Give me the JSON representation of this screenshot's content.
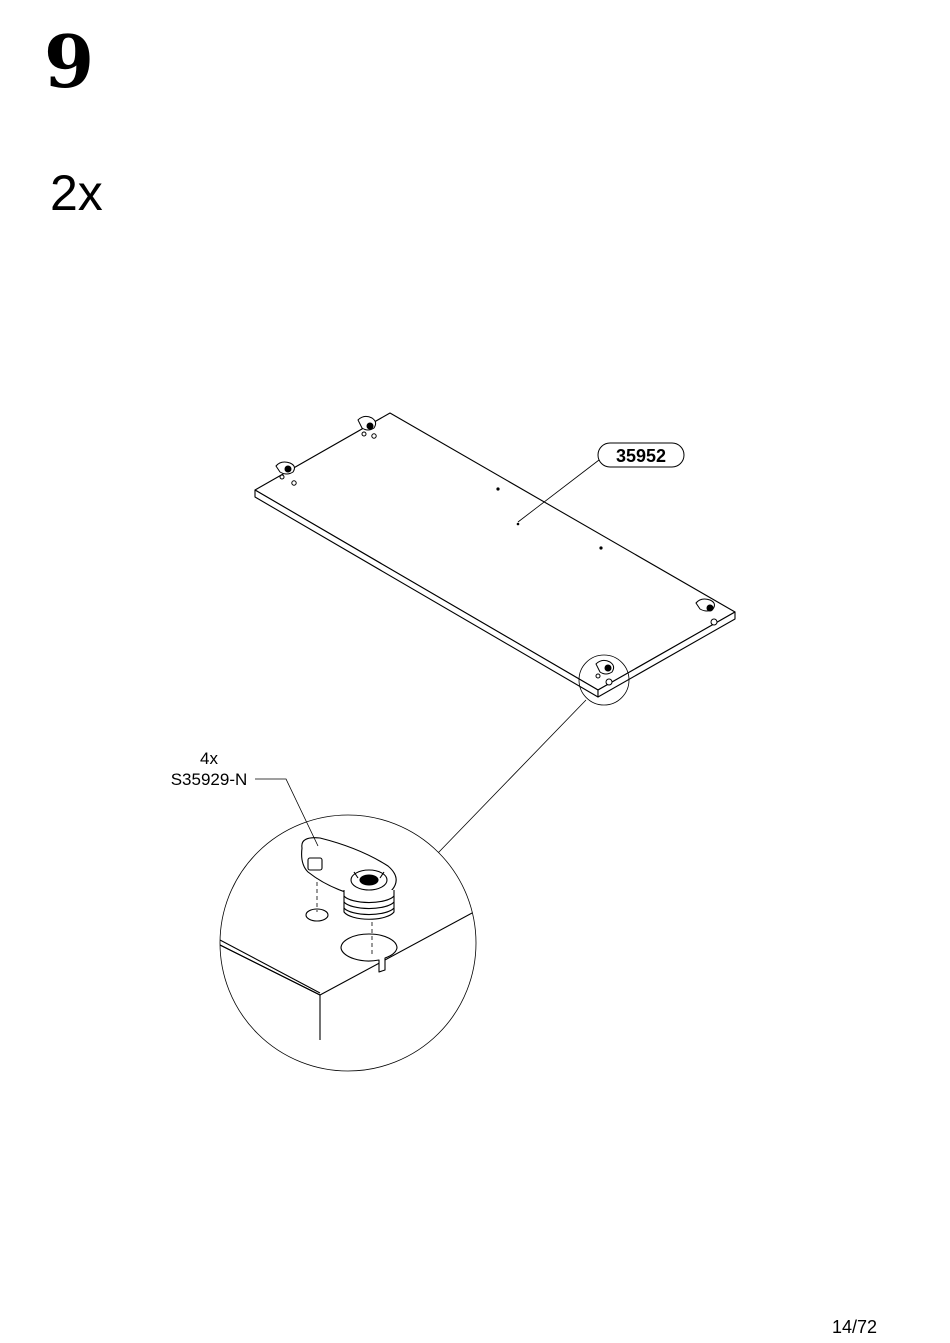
{
  "step": {
    "number": "9"
  },
  "quantity": {
    "label": "2x"
  },
  "part": {
    "number": "35952"
  },
  "hardware": {
    "quantity": "4x",
    "code": "S35929-N"
  },
  "footer": {
    "page": "14/72"
  }
}
